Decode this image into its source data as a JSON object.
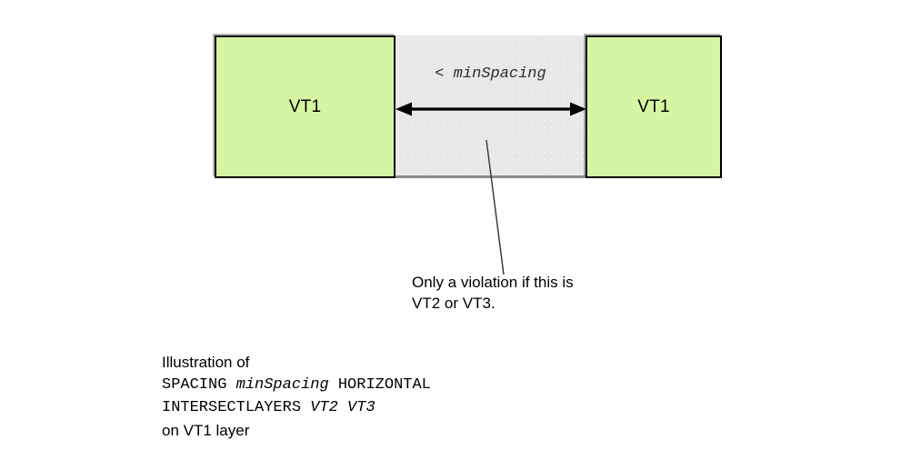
{
  "diagram": {
    "shapes": [
      {
        "name": "vt-left",
        "label": "VT1"
      },
      {
        "name": "vt-right",
        "label": "VT1"
      }
    ],
    "gap": {
      "caption": "< minSpacing",
      "arrow_icon": "double-headed-horizontal-arrow",
      "leader_icon": "leader-line"
    },
    "annotation": {
      "line1": "Only a violation if this is",
      "line2": "VT2 or VT3."
    },
    "caption": {
      "line1": "Illustration of",
      "line2_keyword1": "SPACING",
      "line2_param1": "minSpacing",
      "line2_keyword2": "HORIZONTAL",
      "line3_keyword1": "INTERSECTLAYERS",
      "line3_param1": "VT2",
      "line3_param2": "VT3",
      "line4": "on VT1 layer"
    }
  },
  "colors": {
    "shape_fill": "#d6f5a3",
    "shape_border": "#000000",
    "gap_fill": "#e8e8e8",
    "gap_border": "#8c8c8c",
    "arrow": "#000000",
    "text": "#000000",
    "caption_text": "#2b2b2b",
    "background": "#ffffff"
  }
}
